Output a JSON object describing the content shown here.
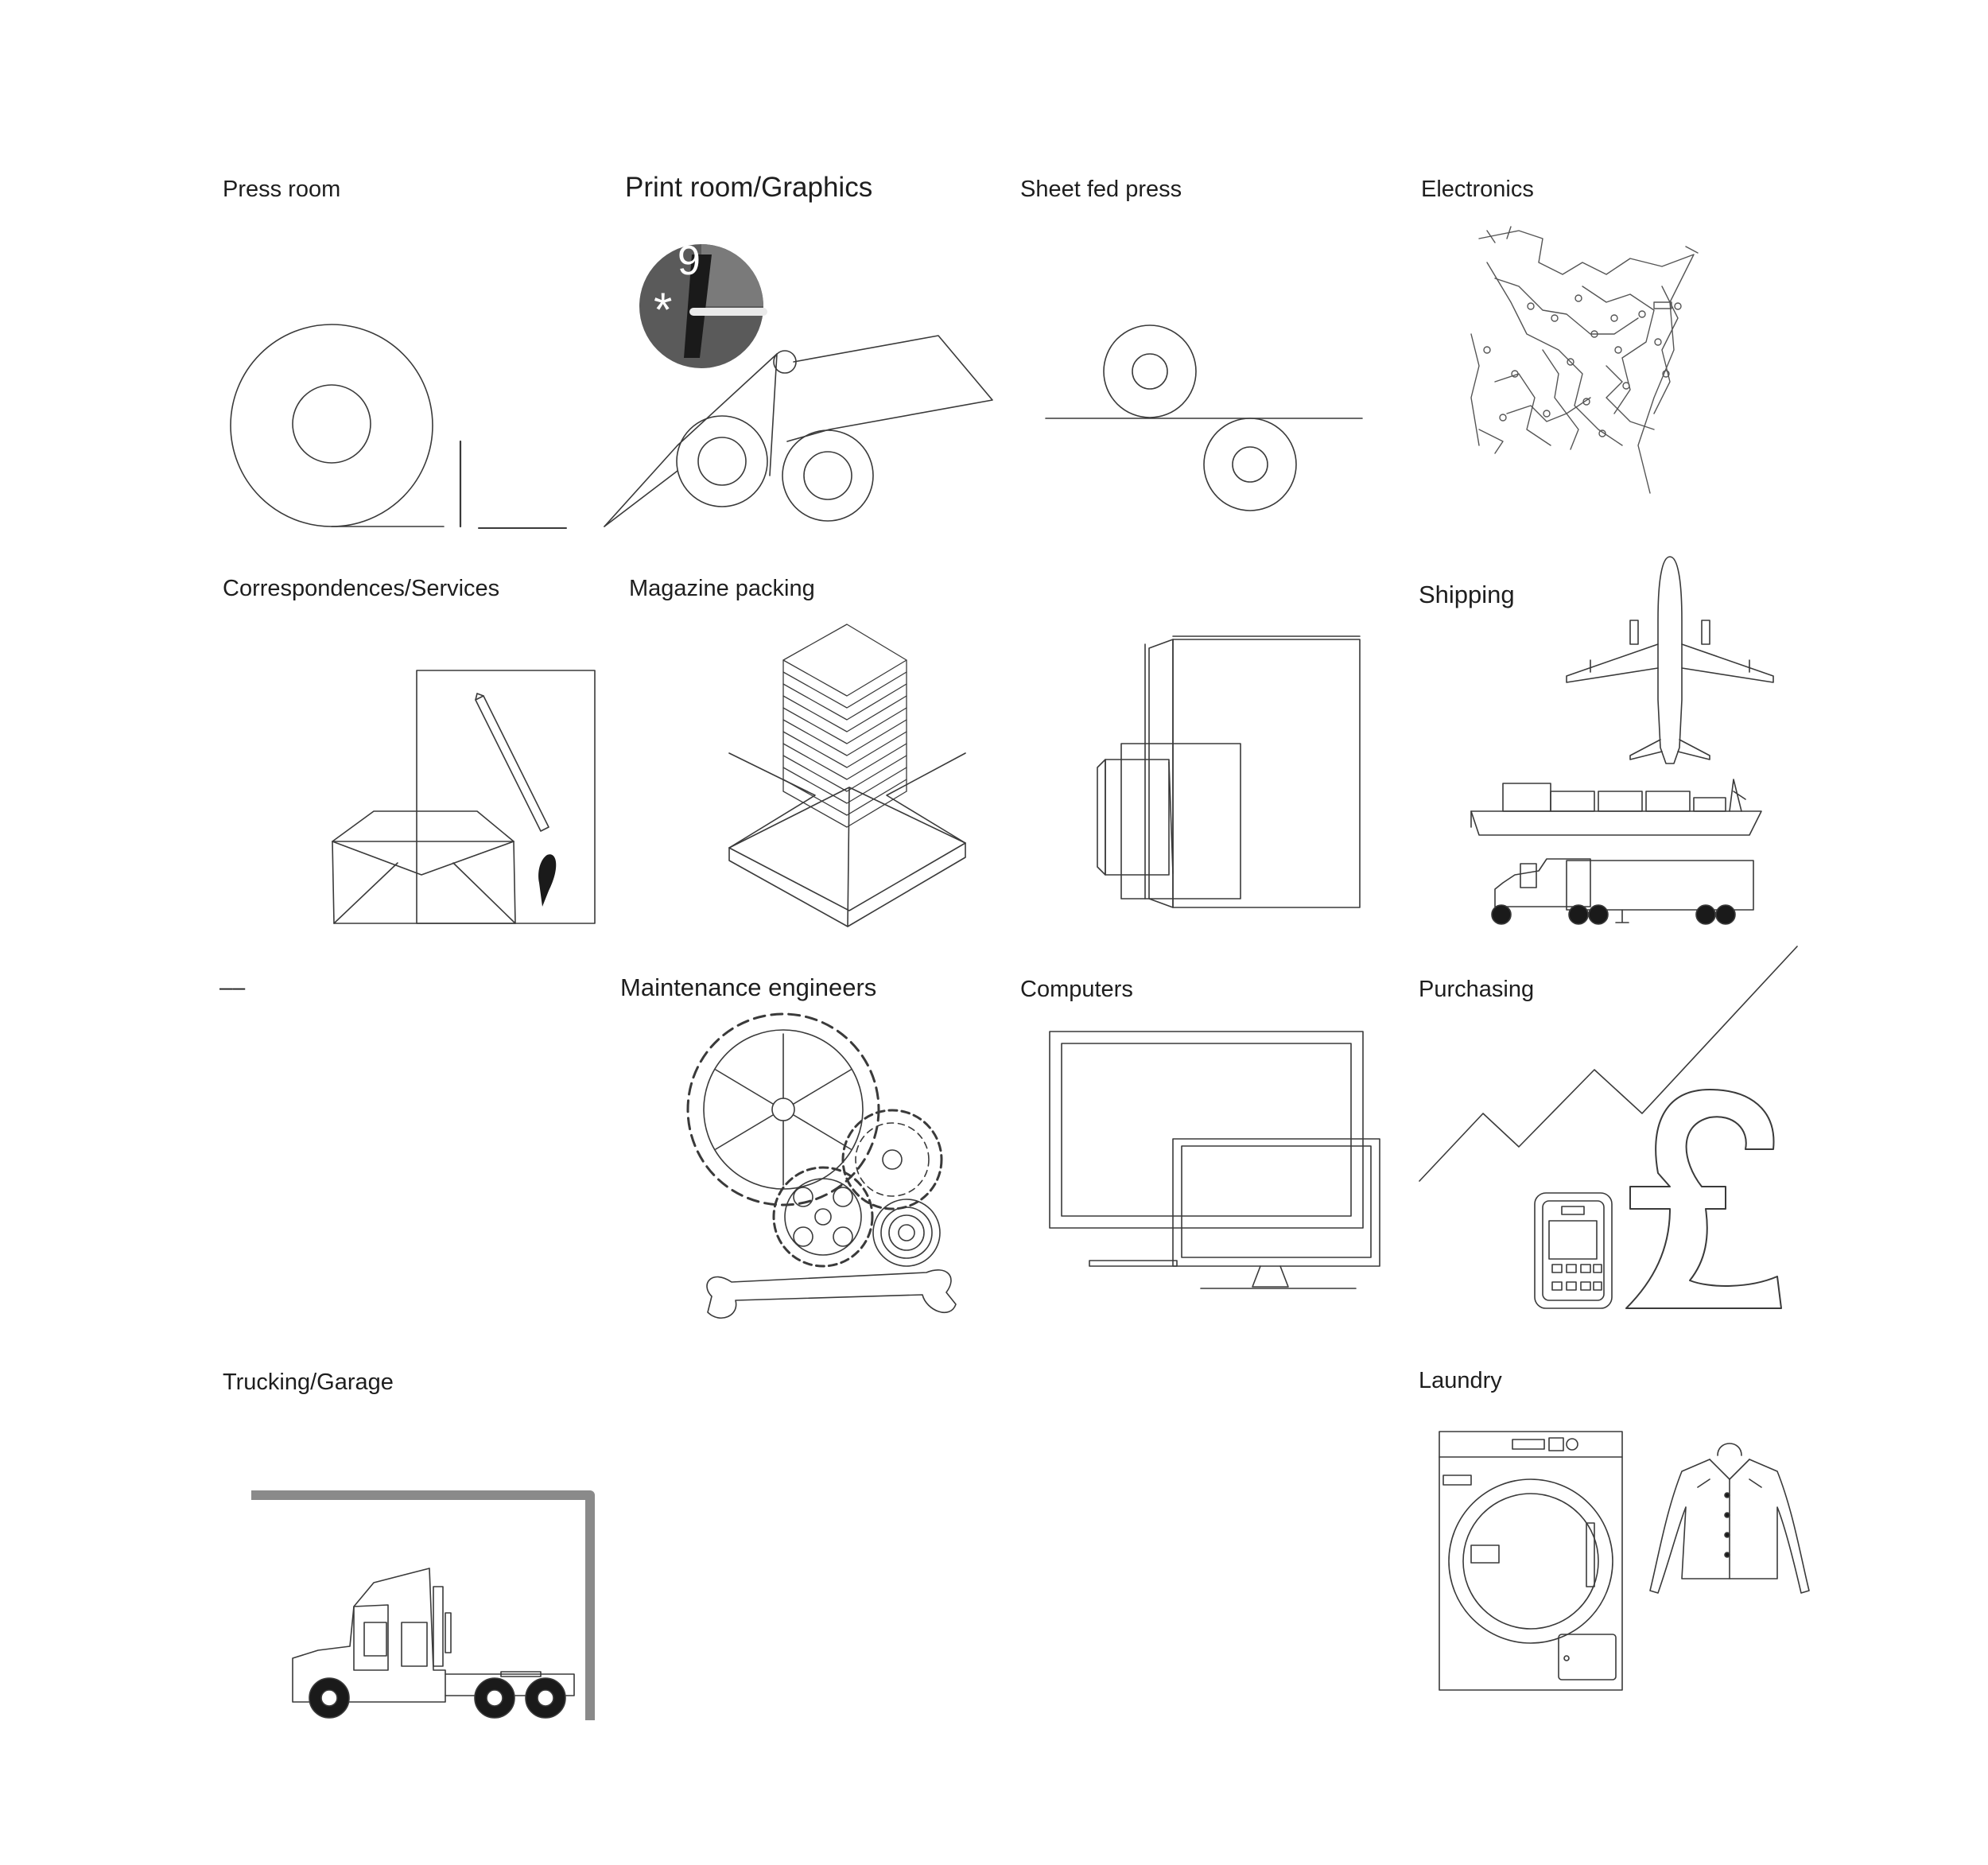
{
  "labels": {
    "press_room": "Press room",
    "print_room": "Print room/Graphics",
    "sheet_fed": "Sheet fed press",
    "electronics": "Electronics",
    "correspondences": "Correspondences/Services",
    "magazine_packing": "Magazine packing",
    "shipping": "Shipping",
    "placeholder": "––",
    "maintenance": "Maintenance engineers",
    "computers": "Computers",
    "purchasing": "Purchasing",
    "trucking": "Trucking/Garage",
    "laundry": "Laundry"
  },
  "colors": {
    "stroke": "#3a3a3a",
    "fill_dark": "#3a3a3a",
    "fill_grey": "#808080",
    "wall": "#8a8a8a"
  },
  "icons": [
    "paper-roll-icon",
    "print-rollers-icon",
    "sheet-rollers-icon",
    "circuit-board-icon",
    "letter-pencil-icon",
    "stacked-box-icon",
    "folded-magazines-icon",
    "airplane-ship-truck-icon",
    "gears-wrench-icon",
    "monitors-icon",
    "chart-phone-pound-icon",
    "truck-garage-icon",
    "washing-machine-shirt-icon"
  ]
}
